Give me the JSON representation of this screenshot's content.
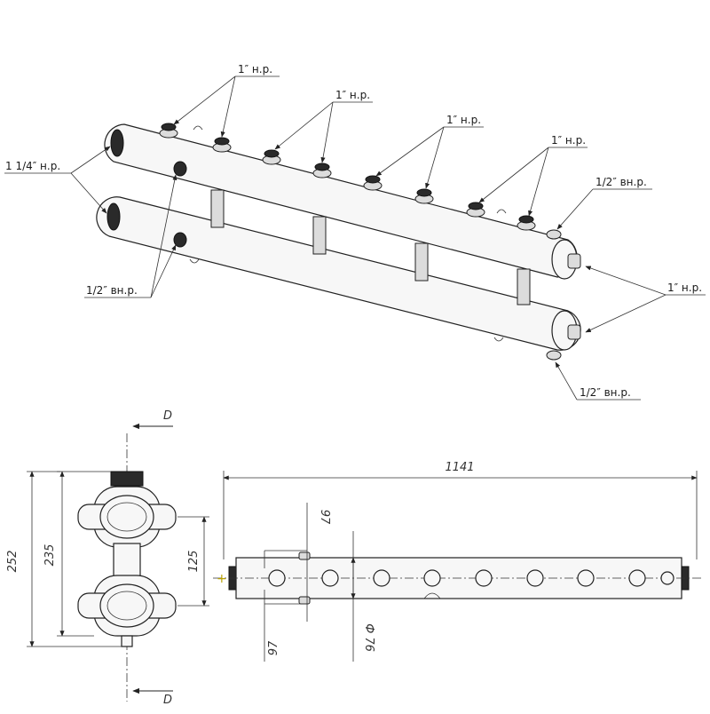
{
  "labels": {
    "top_1": "1″ н.р.",
    "top_2": "1″ н.р.",
    "top_3": "1″ н.р.",
    "top_4": "1″ н.р.",
    "inlet_left": "1 1/4″ н.р.",
    "vent_top_right": "1/2″ вн.р.",
    "outlet_right": "1″ н.р.",
    "drain_left": "1/2″ вн.р.",
    "drain_bottom_right": "1/2″ вн.р."
  },
  "section": {
    "marker_top": "D",
    "marker_bottom": "D",
    "dim_height_total": "252",
    "dim_height_body": "235",
    "dim_axis_spacing": "125"
  },
  "plan": {
    "dim_length": "1141",
    "dim_offset_top": "97",
    "dim_offset_bottom": "97",
    "dim_diameter": "Ф 76"
  }
}
